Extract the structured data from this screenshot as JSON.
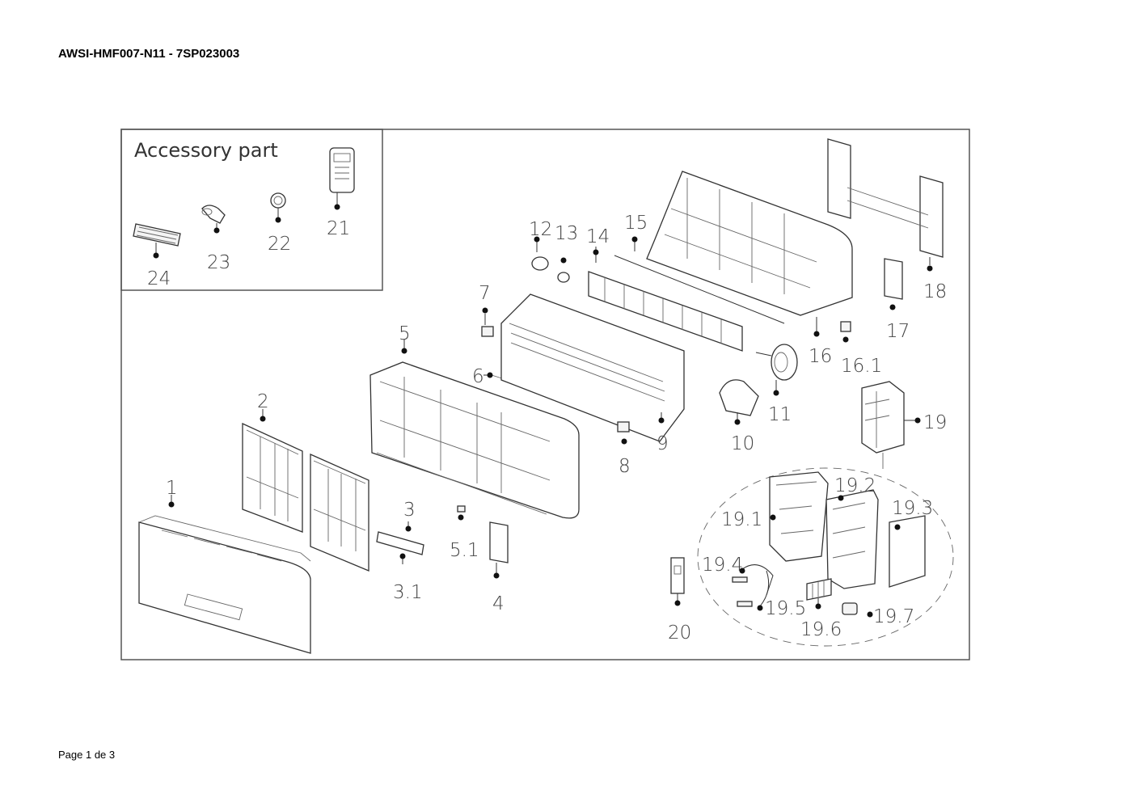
{
  "document": {
    "title": "AWSI-HMF007-N11 - 7SP023003",
    "footer": "Page 1 de 3"
  },
  "accessory_box": {
    "title": "Accessory part",
    "labels": [
      "21",
      "22",
      "23",
      "24"
    ]
  },
  "part_labels": {
    "p1": "1",
    "p2": "2",
    "p3": "3",
    "p3_1": "3.1",
    "p4": "4",
    "p5": "5",
    "p5_1": "5.1",
    "p6": "6",
    "p7": "7",
    "p8": "8",
    "p9": "9",
    "p10": "10",
    "p11": "11",
    "p12": "12",
    "p13": "13",
    "p14": "14",
    "p15": "15",
    "p16": "16",
    "p16_1": "16.1",
    "p17": "17",
    "p18": "18",
    "p19": "19",
    "p19_1": "19.1",
    "p19_2": "19.2",
    "p19_3": "19.3",
    "p19_4": "19.4",
    "p19_5": "19.5",
    "p19_6": "19.6",
    "p19_7": "19.7",
    "p20": "20"
  }
}
